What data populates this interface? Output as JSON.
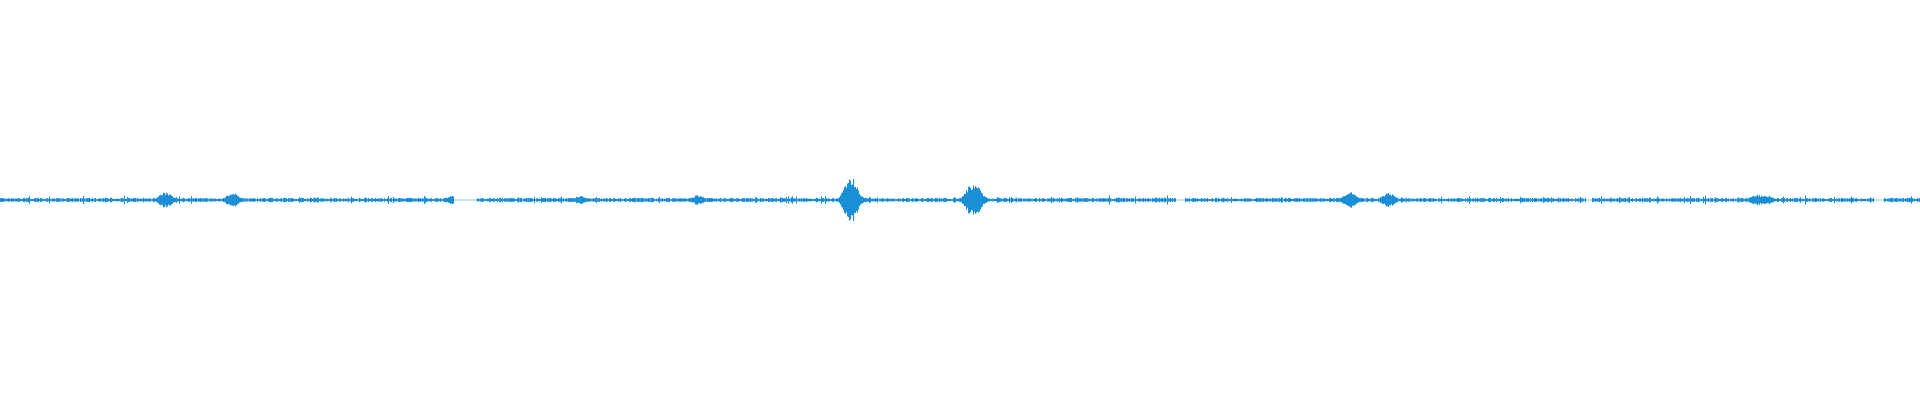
{
  "waveform": {
    "color": "#1a8fd6",
    "background": "#ffffff",
    "baseline_fraction": 0.5,
    "peaks": [
      {
        "pos": 0.0,
        "amp": 0.004
      },
      {
        "pos": 0.086,
        "amp": 0.02
      },
      {
        "pos": 0.121,
        "amp": 0.018
      },
      {
        "pos": 0.236,
        "amp": 0.012
      },
      {
        "pos": 0.302,
        "amp": 0.01
      },
      {
        "pos": 0.363,
        "amp": 0.012
      },
      {
        "pos": 0.443,
        "amp": 0.06
      },
      {
        "pos": 0.506,
        "amp": 0.04
      },
      {
        "pos": 0.508,
        "amp": 0.035
      },
      {
        "pos": 0.703,
        "amp": 0.02
      },
      {
        "pos": 0.723,
        "amp": 0.018
      },
      {
        "pos": 0.915,
        "amp": 0.014
      },
      {
        "pos": 0.92,
        "amp": 0.012
      }
    ],
    "gaps": [
      {
        "start": 0.236,
        "end": 0.248
      },
      {
        "start": 0.612,
        "end": 0.617
      },
      {
        "start": 0.826,
        "end": 0.829
      },
      {
        "start": 0.976,
        "end": 0.981
      }
    ]
  }
}
